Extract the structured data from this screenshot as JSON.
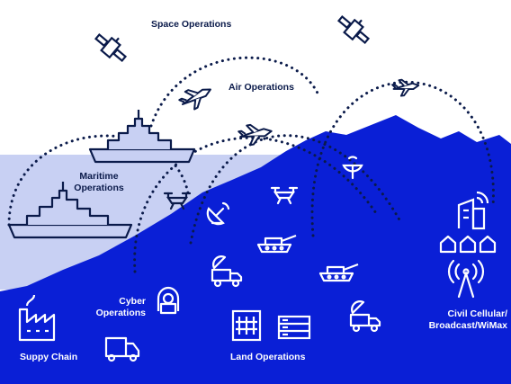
{
  "labels": {
    "space": "Space Operations",
    "air": "Air Operations",
    "maritime_1": "Maritime",
    "maritime_2": "Operations",
    "cyber_1": "Cyber",
    "cyber_2": "Operations",
    "civil_1": "Civil Cellular/",
    "civil_2": "Broadcast/WiMax",
    "supply": "Suppy Chain",
    "land": "Land Operations"
  },
  "colors": {
    "land_blue": "#0a1fd6",
    "sea_light": "#c8d0f3",
    "navy": "#0a1a4a",
    "white": "#ffffff"
  },
  "icons": [
    "satellite-icon",
    "satellite-icon",
    "jet-icon",
    "jet-icon",
    "jet-icon",
    "warship-icon",
    "warship-icon",
    "drone-icon",
    "drone-icon",
    "radar-dish-icon",
    "radar-dish-icon",
    "tank-icon",
    "tank-icon",
    "radar-truck-icon",
    "radar-truck-icon",
    "hacker-icon",
    "factory-icon",
    "delivery-truck-icon",
    "office-building-icon",
    "server-rack-icon",
    "city-building-icon",
    "houses-icon",
    "cell-tower-icon"
  ]
}
